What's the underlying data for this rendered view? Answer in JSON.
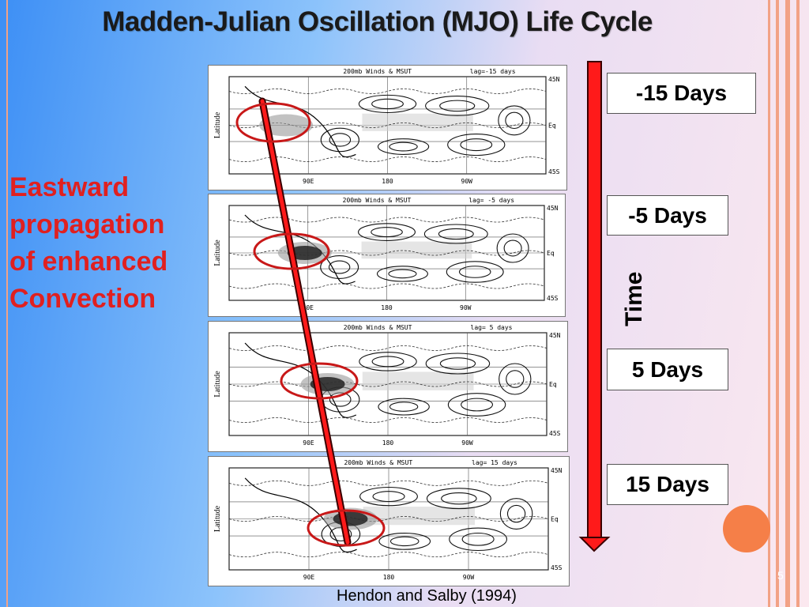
{
  "slide": {
    "title": "Madden-Julian Oscillation (MJO) Life Cycle",
    "side_text": [
      "Eastward",
      "propagation",
      "of enhanced",
      "Convection"
    ],
    "time_label": "Time",
    "citation": "Hendon and Salby (1994)",
    "page_number": "5"
  },
  "panels": [
    {
      "header": "200mb Winds & MSUT",
      "lag": "lag=-15 days",
      "ylabel": "Latitude",
      "lat_labels": [
        "45N",
        "Eq",
        "45S"
      ],
      "lon_labels": [
        "90E",
        "180",
        "90W"
      ]
    },
    {
      "header": "200mb Winds & MSUT",
      "lag": "lag= -5 days",
      "ylabel": "Latitude",
      "lat_labels": [
        "45N",
        "Eq",
        "45S"
      ],
      "lon_labels": [
        "90E",
        "180",
        "90W"
      ]
    },
    {
      "header": "200mb Winds & MSUT",
      "lag": "lag=  5 days",
      "ylabel": "Latitude",
      "lat_labels": [
        "45N",
        "Eq",
        "45S"
      ],
      "lon_labels": [
        "90E",
        "180",
        "90W"
      ]
    },
    {
      "header": "200mb Winds & MSUT",
      "lag": "lag= 15 days",
      "ylabel": "Latitude",
      "lat_labels": [
        "45N",
        "Eq",
        "45S"
      ],
      "lon_labels": [
        "90E",
        "180",
        "90W"
      ]
    }
  ],
  "day_labels": [
    "-15 Days",
    "-5 Days",
    "5 Days",
    "15 Days"
  ],
  "colors": {
    "accent_red": "#e02020",
    "arrow_red": "#ff1a1a",
    "ring_red": "#c81818",
    "stripe": "#f2a286",
    "circle": "#f57f48"
  }
}
